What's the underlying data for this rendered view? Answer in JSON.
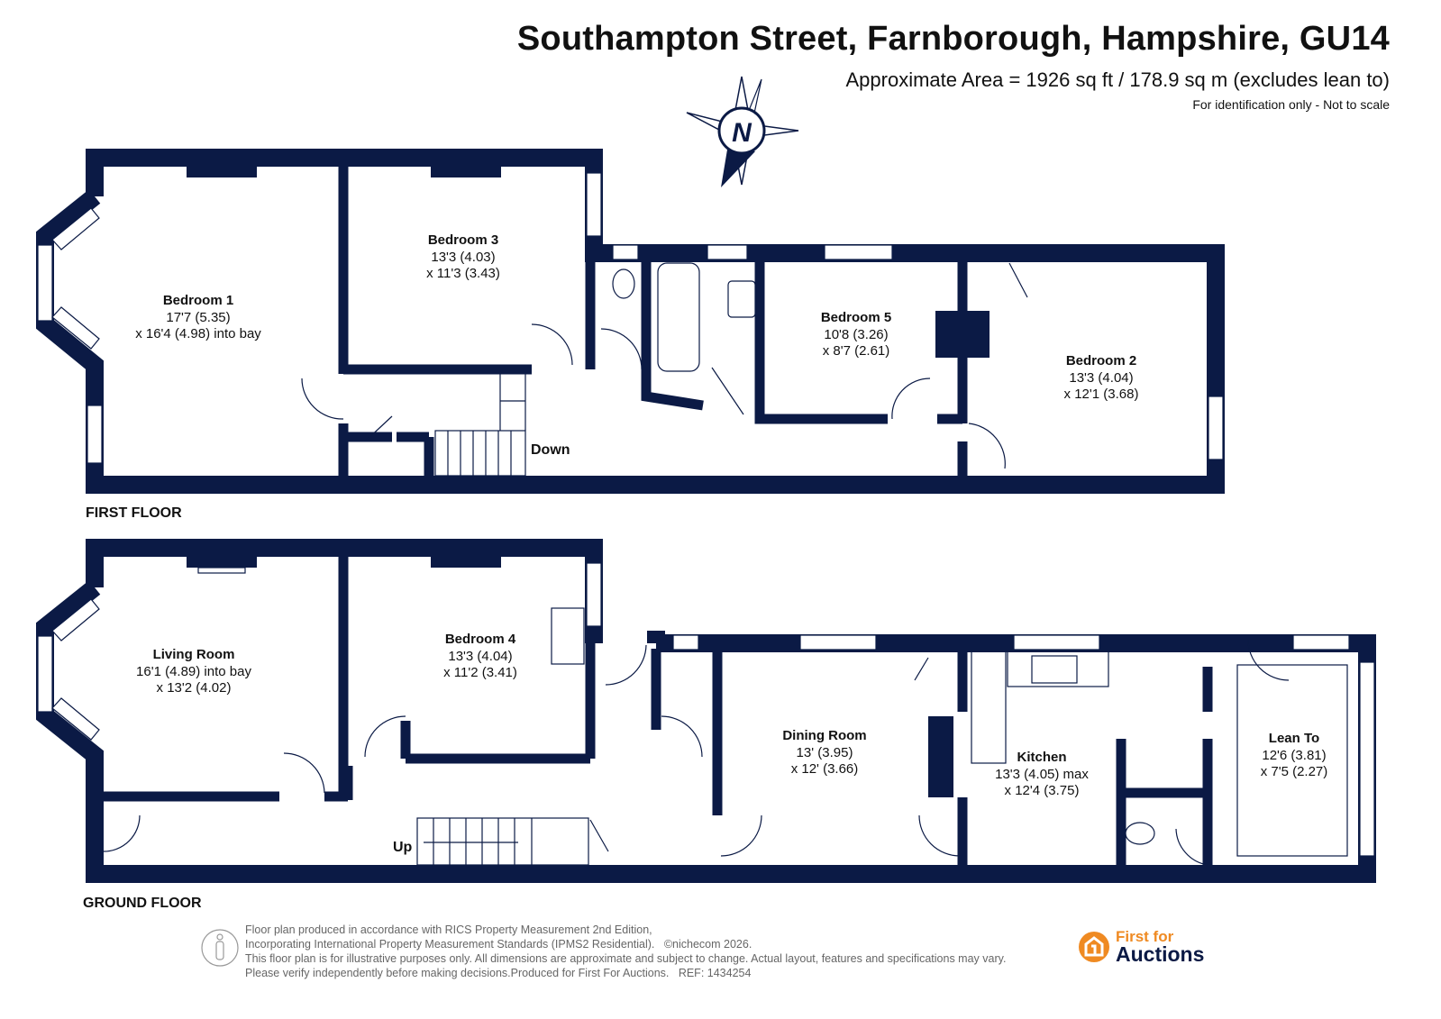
{
  "header": {
    "title": "Southampton Street, Farnborough, Hampshire, GU14",
    "area": "Approximate Area = 1926 sq ft / 178.9 sq m (excludes lean to)",
    "identification": "For identification only - Not to scale"
  },
  "compass": {
    "letter": "N"
  },
  "first_floor": {
    "label": "FIRST FLOOR",
    "stairs_label": "Down",
    "rooms": [
      {
        "name": "Bedroom 1",
        "dim1": "17'7 (5.35)",
        "dim2": "x 16'4 (4.98) into bay"
      },
      {
        "name": "Bedroom 3",
        "dim1": "13'3 (4.03)",
        "dim2": "x 11'3 (3.43)"
      },
      {
        "name": "Bedroom 5",
        "dim1": "10'8 (3.26)",
        "dim2": "x 8'7 (2.61)"
      },
      {
        "name": "Bedroom 2",
        "dim1": "13'3 (4.04)",
        "dim2": "x 12'1 (3.68)"
      }
    ]
  },
  "ground_floor": {
    "label": "GROUND FLOOR",
    "stairs_label": "Up",
    "rooms": [
      {
        "name": "Living Room",
        "dim1": "16'1 (4.89) into bay",
        "dim2": "x 13'2 (4.02)"
      },
      {
        "name": "Bedroom 4",
        "dim1": "13'3 (4.04)",
        "dim2": "x 11'2 (3.41)"
      },
      {
        "name": "Dining Room",
        "dim1": "13' (3.95)",
        "dim2": "x 12' (3.66)"
      },
      {
        "name": "Kitchen",
        "dim1": "13'3 (4.05) max",
        "dim2": "x 12'4 (3.75)"
      },
      {
        "name": "Lean To",
        "dim1": "12'6 (3.81)",
        "dim2": "x 7'5 (2.27)"
      }
    ]
  },
  "footer": {
    "line1": "Floor plan produced in accordance with RICS Property Measurement 2nd Edition,",
    "line2": "Incorporating International Property Measurement Standards (IPMS2 Residential).",
    "copyright": "©nichecom 2026.",
    "line3": "This floor plan is for illustrative purposes only. All dimensions are approximate and subject to change. Actual layout, features and specifications may vary.",
    "line4": "Please verify independently before making decisions.Produced for First For Auctions.",
    "ref": "REF:  1434254"
  },
  "logo": {
    "line1": "First for",
    "line2": "Auctions"
  },
  "colors": {
    "wall": "#0b1a45",
    "logo_orange": "#ef8a22"
  }
}
